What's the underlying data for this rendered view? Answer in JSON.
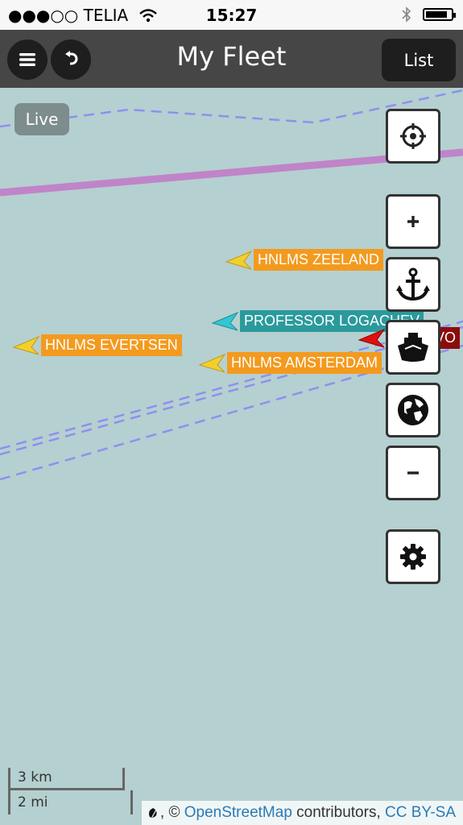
{
  "status_bar": {
    "carrier": "●●●○○ TELIA",
    "time": "15:27",
    "battery_level": 0.85
  },
  "topbar": {
    "title": "My Fleet",
    "list_label": "List",
    "menu_icon": "menu-icon",
    "back_icon": "undo-icon"
  },
  "map": {
    "live_label": "Live",
    "controls": [
      "locate-icon",
      "zoom-in-icon",
      "anchor-icon",
      "ship-icon",
      "globe-icon",
      "zoom-out-icon",
      "gear-icon"
    ],
    "ships": [
      {
        "name": "HNLMS ZEELAND",
        "label_color": "#f39a1e",
        "arrow_color": "#f2d02c"
      },
      {
        "name": "PROFESSOR LOGACHEV",
        "label_color": "#2a9a9c",
        "arrow_color": "#2fc7d4"
      },
      {
        "name": "HNLMS EVERTSEN",
        "label_color": "#f39a1e",
        "arrow_color": "#f2d02c"
      },
      {
        "name": "HNLMS AMSTERDAM",
        "label_color": "#f39a1e",
        "arrow_color": "#f2d02c"
      },
      {
        "name": "VO",
        "label_color": "#8a0d0d",
        "arrow_color": "#e01010"
      }
    ],
    "scale_km": "3 km",
    "scale_mi": "2 mi"
  },
  "attribution": {
    "prefix": ", ©",
    "osm": "OpenStreetMap",
    "contributors": "contributors,",
    "license": "CC BY-SA"
  }
}
